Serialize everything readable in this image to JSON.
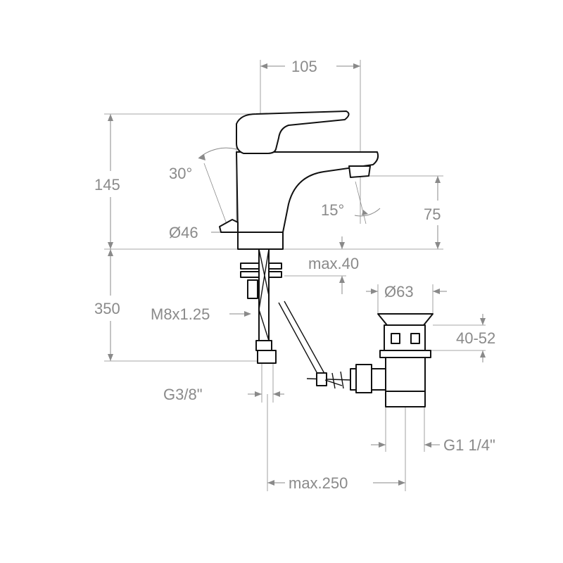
{
  "labels": {
    "width_105": "105",
    "height_145": "145",
    "angle_30": "30°",
    "angle_15": "15°",
    "height_75": "75",
    "dia_46": "Ø46",
    "max_40": "max.40",
    "dia_63": "Ø63",
    "length_350": "350",
    "thread_m8": "M8x1.25",
    "range_40_52": "40-52",
    "thread_g38": "G3/8\"",
    "thread_g114": "G1 1/4\"",
    "max_250": "max.250"
  },
  "colors": {
    "dimension": "#8a8a8a",
    "part_outline": "#111111",
    "background": "#ffffff"
  }
}
